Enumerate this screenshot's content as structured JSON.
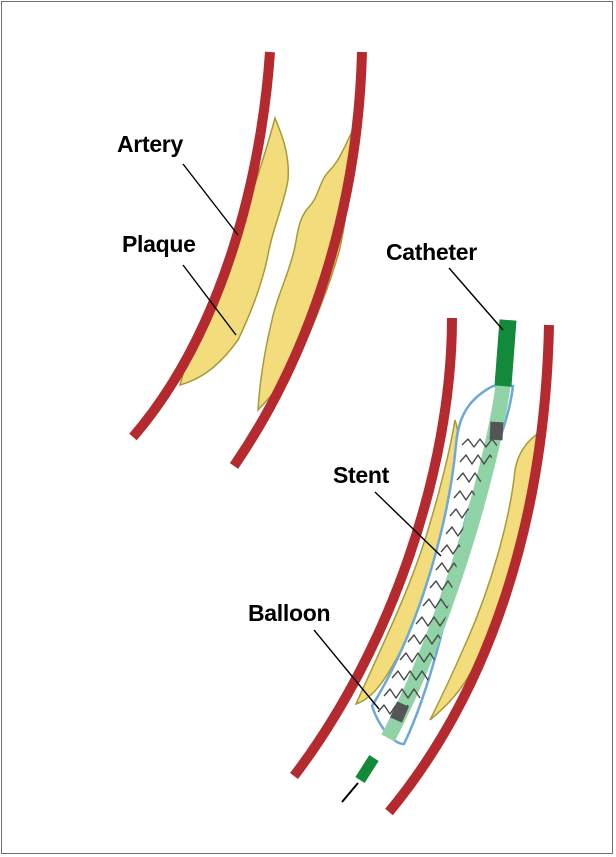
{
  "labels": {
    "artery": "Artery",
    "plaque": "Plaque",
    "catheter": "Catheter",
    "stent": "Stent",
    "balloon": "Balloon"
  },
  "colors": {
    "artery_wall": "#b52a2e",
    "plaque": "#f2dc7c",
    "plaque_outline": "#a89a3a",
    "catheter": "#138a3a",
    "catheter_shaft": "#8fd3a6",
    "balloon_outline": "#6ea8d6",
    "marker": "#555555",
    "stent_wire": "#4a4a4a",
    "frame_border": "#6f6f6f"
  }
}
